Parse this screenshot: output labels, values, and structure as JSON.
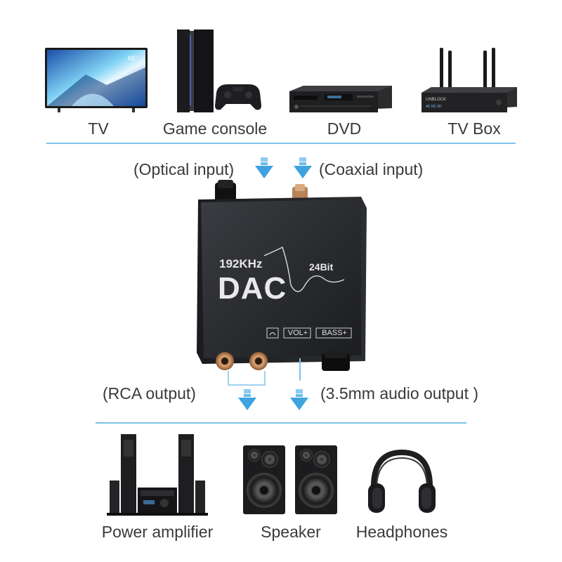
{
  "sources": {
    "tv": {
      "label": "TV",
      "screen_text": "65\""
    },
    "game_console": {
      "label": "Game console"
    },
    "dvd": {
      "label": "DVD"
    },
    "tv_box": {
      "label": "TV Box",
      "brand_text": "UNBLOCK",
      "badge_text": "4K HD 3D"
    }
  },
  "inputs": {
    "optical": "(Optical input)",
    "coaxial": "(Coaxial input)"
  },
  "device": {
    "sample_rate": "192KHz",
    "name": "DAC",
    "bit_depth": "24Bit",
    "vol_label": "VOL+",
    "bass_label": "BASS+"
  },
  "outputs": {
    "rca": "(RCA  output)",
    "aux": "(3.5mm audio output )"
  },
  "destinations": {
    "power_amplifier": {
      "label": "Power amplifier"
    },
    "speaker": {
      "label": "Speaker"
    },
    "headphones": {
      "label": "Headphones"
    }
  },
  "colors": {
    "accent_line": "#7cc4ea",
    "arrow": "#3fa3e0",
    "device_body": "#2a2c30"
  }
}
